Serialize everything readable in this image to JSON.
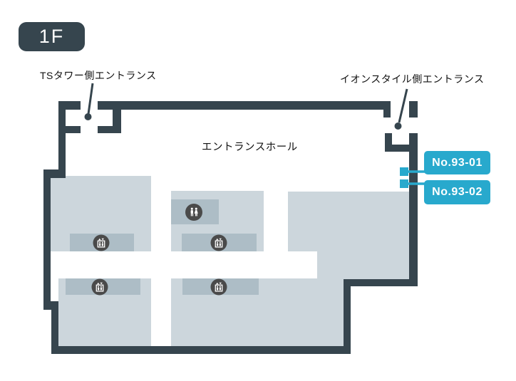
{
  "floor_badge": {
    "label": "1F"
  },
  "labels": {
    "entrance_ts": "TSタワー側エントランス",
    "entrance_ion": "イオンスタイル側エントランス",
    "hall": "エントランスホール"
  },
  "site_badges": [
    {
      "id": "No.93-01"
    },
    {
      "id": "No.93-02"
    }
  ],
  "map_icons": {
    "elevator_icon_count": 4,
    "elevator_icon": "elevator-icon",
    "restroom_icon": "restroom-icon"
  },
  "colors": {
    "wall": "#36454e",
    "floor": "#ccd6dc",
    "strip": "#adbdc6",
    "icon": "#4a4a4a",
    "teal": "#28a9cd",
    "text": "#111111",
    "bg": "#ffffff"
  }
}
